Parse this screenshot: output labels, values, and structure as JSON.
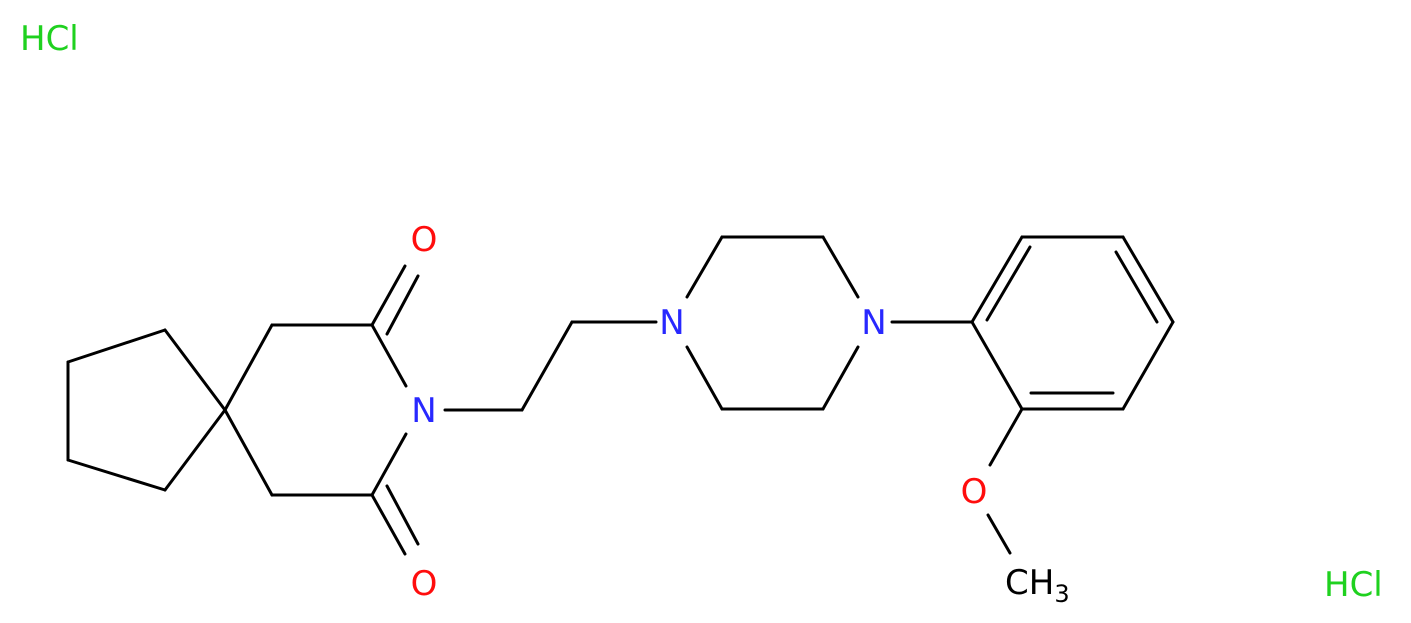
{
  "colors": {
    "bond": "#000000",
    "nitrogen": "#2828ff",
    "oxygen": "#ff0d0d",
    "chlorine_salt": "#1fd11f",
    "carbon_label": "#000000"
  },
  "salts": {
    "hcl_top_left": "HCl",
    "hcl_bottom_right": "HCl"
  },
  "atoms": {
    "n_imide": "N",
    "n_piperazine_left": "N",
    "n_piperazine_right": "N",
    "o_carbonyl_top": "O",
    "o_carbonyl_bottom": "O",
    "o_methoxy": "O",
    "methyl_c": "CH",
    "methyl_sub": "3"
  }
}
